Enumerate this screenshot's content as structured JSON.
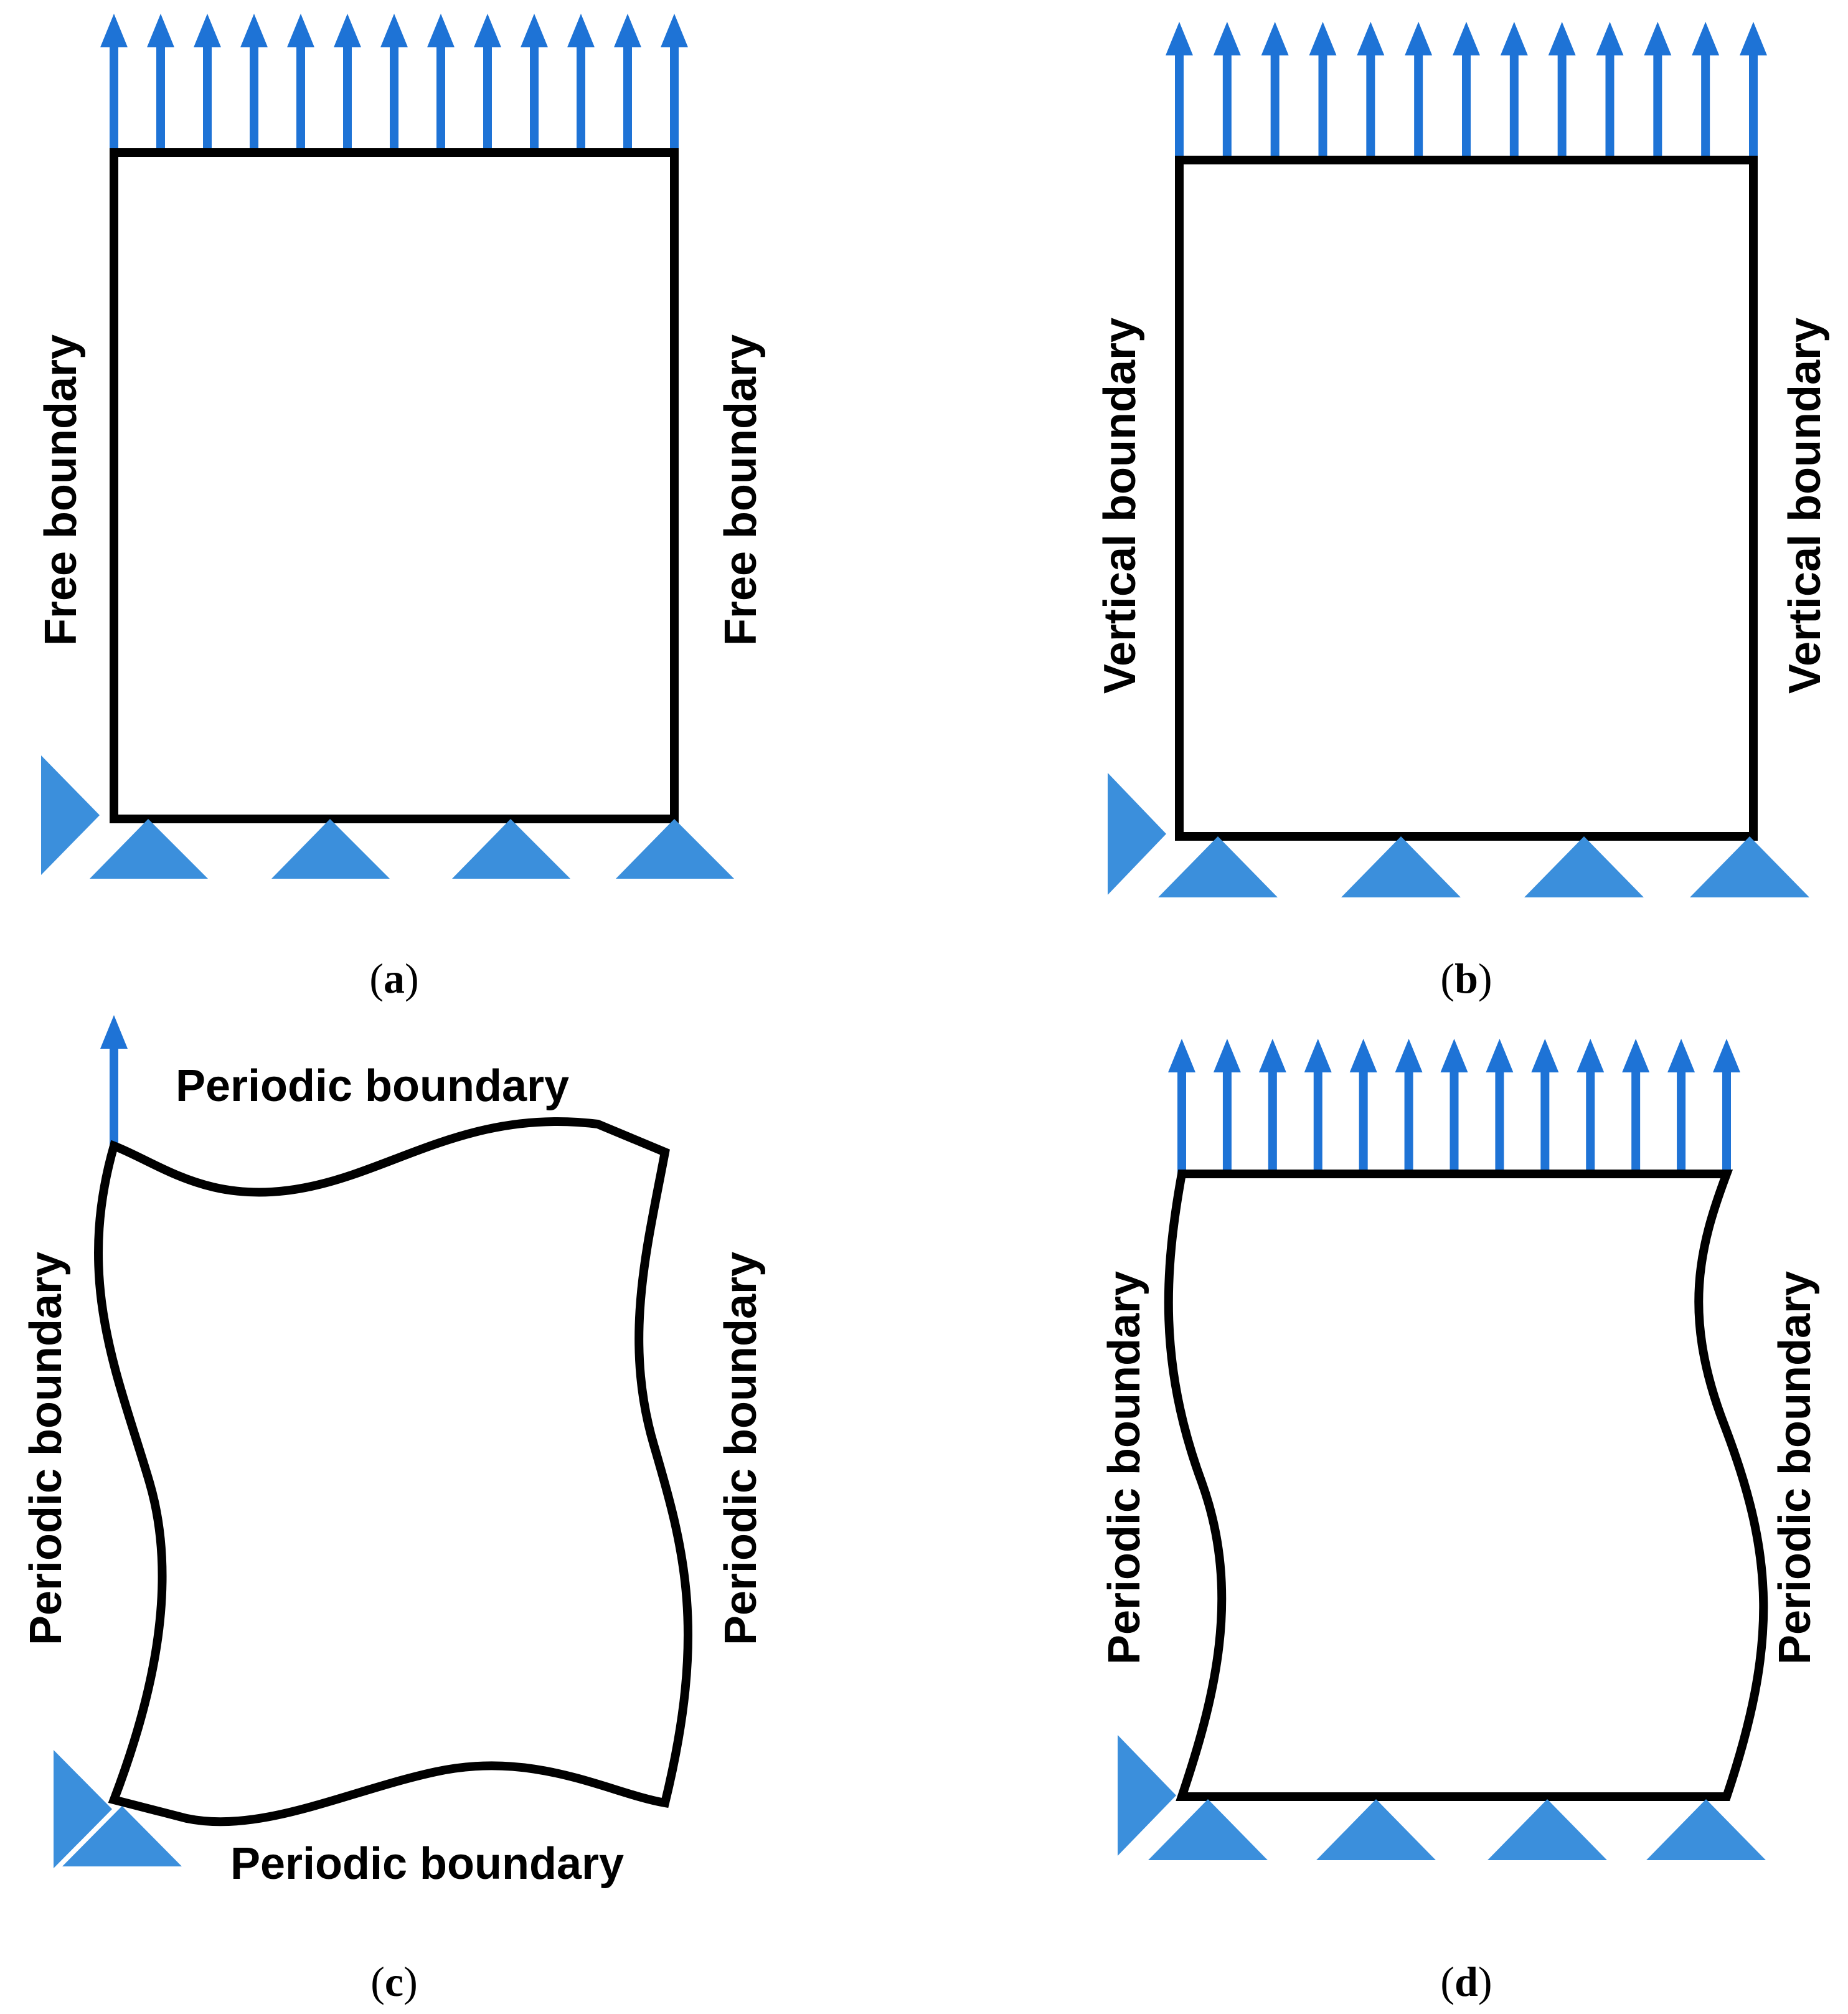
{
  "colors": {
    "outline": "#000000",
    "load_arrow": "#1e73d6",
    "support": "#3b8fdc",
    "background": "#ffffff"
  },
  "icons": {
    "load": "up-arrow-icon",
    "roller_support": "triangle-support-icon"
  },
  "panels": {
    "a": {
      "caption_open": "(",
      "caption_letter": "a",
      "caption_close": ")",
      "left_label": "Free boundary",
      "right_label": "Free boundary",
      "load_arrows": 13,
      "bottom_supports": 4,
      "side_supports": 1
    },
    "b": {
      "caption_open": "(",
      "caption_letter": "b",
      "caption_close": ")",
      "left_label": "Vertical boundary",
      "right_label": "Vertical boundary",
      "load_arrows": 13,
      "bottom_supports": 4,
      "side_supports": 1
    },
    "c": {
      "caption_open": "(",
      "caption_letter": "c",
      "caption_close": ")",
      "top_label": "Periodic boundary",
      "bottom_label": "Periodic boundary",
      "left_label": "Periodic boundary",
      "right_label": "Periodic boundary",
      "load_arrows": 1,
      "bottom_supports": 1,
      "side_supports": 1
    },
    "d": {
      "caption_open": "(",
      "caption_letter": "d",
      "caption_close": ")",
      "left_label": "Periodic boundary",
      "right_label": "Periodic boundary",
      "load_arrows": 13,
      "bottom_supports": 4,
      "side_supports": 1
    }
  }
}
